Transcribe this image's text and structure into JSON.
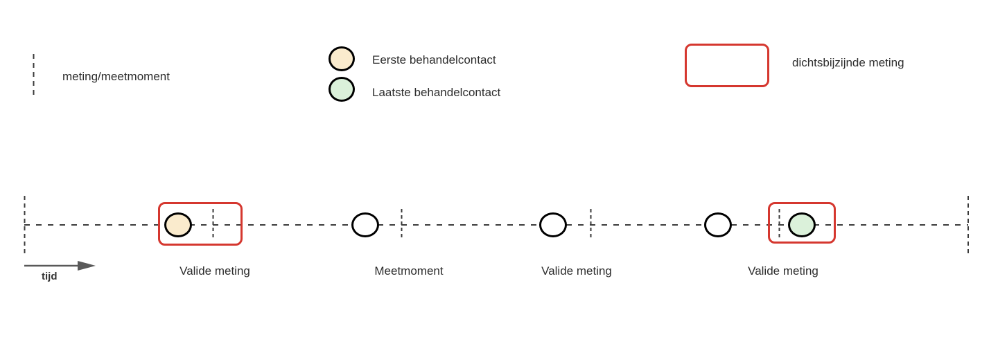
{
  "legend": {
    "meetmoment_dash_label": "meting/meetmoment",
    "first_contact_label": "Eerste behandelcontact",
    "last_contact_label": "Laatste behandelcontact",
    "nearest_measurement_label": "dichtsbijzijnde meting"
  },
  "timeline": {
    "time_axis_label": "tijd",
    "labels": [
      "Valide meting",
      "Meetmoment",
      "Valide meting",
      "Valide meting"
    ],
    "points": [
      {
        "kind": "eerste-behandelcontact",
        "highlighted": true,
        "label": "Valide meting"
      },
      {
        "kind": "meetmoment",
        "highlighted": false,
        "label": "Meetmoment"
      },
      {
        "kind": "meetmoment",
        "highlighted": false,
        "label": "Valide meting"
      },
      {
        "kind": "meetmoment",
        "highlighted": false,
        "label": ""
      },
      {
        "kind": "laatste-behandelcontact",
        "highlighted": true,
        "label": "Valide meting"
      }
    ]
  },
  "colors": {
    "first_contact_fill": "#FAEBCD",
    "last_contact_fill": "#DBF1DA",
    "highlight_red": "#D5372F",
    "dash_line": "#3A3A3A",
    "circle_stroke": "#000000",
    "arrow_gray": "#595959",
    "text": "#2D2D2D"
  }
}
